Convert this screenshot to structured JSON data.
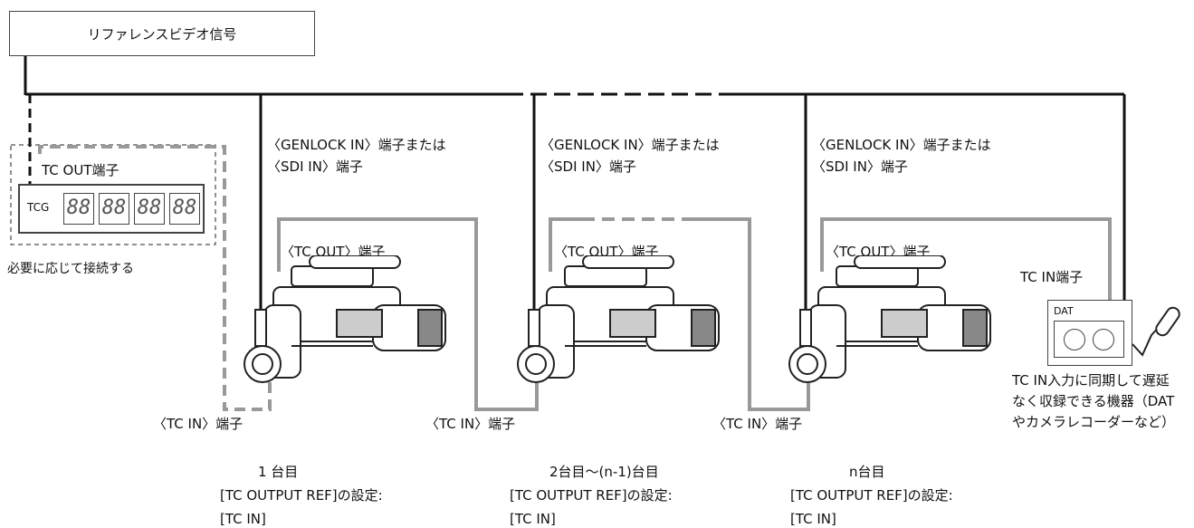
{
  "reference_signal": "リファレンスビデオ信号",
  "tcg": {
    "port_label": "TC OUT端子",
    "device_label": "TCG",
    "digits": [
      "88",
      "88",
      "88",
      "88"
    ],
    "note": "必要に応じて接続する"
  },
  "cameras": [
    {
      "genlock_line1": "〈GENLOCK IN〉端子または",
      "genlock_line2": "〈SDI IN〉端子",
      "tc_out": "〈TC OUT〉端子",
      "tc_in": "〈TC IN〉端子",
      "unit": "1 台目",
      "setting": "[TC OUTPUT REF]の設定:",
      "value": "[TC IN]"
    },
    {
      "genlock_line1": "〈GENLOCK IN〉端子または",
      "genlock_line2": "〈SDI IN〉端子",
      "tc_out": "〈TC OUT〉端子",
      "tc_in": "〈TC IN〉端子",
      "unit": "2台目～(n-1)台目",
      "setting": "[TC OUTPUT REF]の設定:",
      "value": "[TC IN]"
    },
    {
      "genlock_line1": "〈GENLOCK IN〉端子または",
      "genlock_line2": "〈SDI IN〉端子",
      "tc_out": "〈TC OUT〉端子",
      "tc_in": "〈TC IN〉端子",
      "unit": "n台目",
      "setting": "[TC OUTPUT REF]の設定:",
      "value": "[TC IN]"
    }
  ],
  "dat": {
    "port_label": "TC IN端子",
    "device_label": "DAT",
    "caption_line1": "TC IN入力に同期して遅延",
    "caption_line2": "なく収録できる機器（DAT",
    "caption_line3": "やカメラレコーダーなど）"
  }
}
